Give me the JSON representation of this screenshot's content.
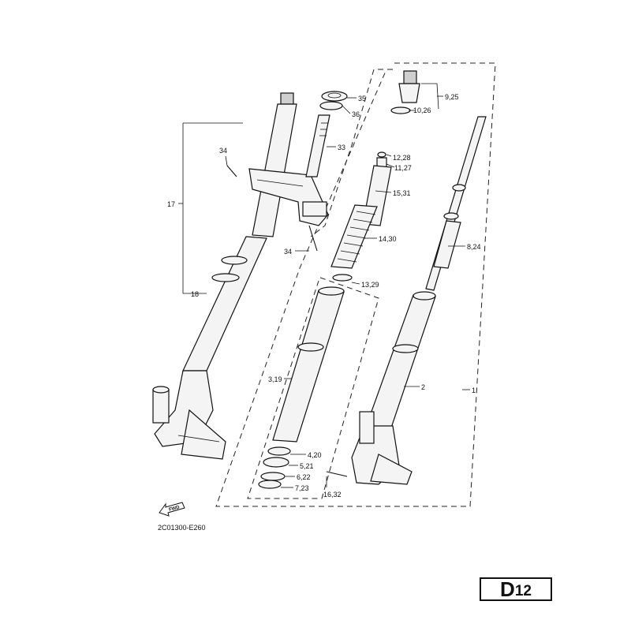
{
  "diagram": {
    "labels": [
      {
        "id": "35",
        "text": "35"
      },
      {
        "id": "36",
        "text": "36"
      },
      {
        "id": "33",
        "text": "33"
      },
      {
        "id": "34a",
        "text": "34"
      },
      {
        "id": "34b",
        "text": "34"
      },
      {
        "id": "17",
        "text": "17"
      },
      {
        "id": "18",
        "text": "18"
      },
      {
        "id": "9_25",
        "text": "9,25"
      },
      {
        "id": "10_26",
        "text": "10,26"
      },
      {
        "id": "12_28",
        "text": "12,28"
      },
      {
        "id": "11_27",
        "text": "11,27"
      },
      {
        "id": "15_31",
        "text": "15,31"
      },
      {
        "id": "14_30",
        "text": "14,30"
      },
      {
        "id": "8_24",
        "text": "8,24"
      },
      {
        "id": "13_29",
        "text": "13,29"
      },
      {
        "id": "3_19",
        "text": "3,19"
      },
      {
        "id": "2",
        "text": "2"
      },
      {
        "id": "1",
        "text": "1"
      },
      {
        "id": "4_20",
        "text": "4,20"
      },
      {
        "id": "5_21",
        "text": "5,21"
      },
      {
        "id": "6_22",
        "text": "6,22"
      },
      {
        "id": "7_23",
        "text": "7,23"
      },
      {
        "id": "16_32",
        "text": "16,32"
      }
    ],
    "fwd_arrow_text": "FWD",
    "diagram_code": "2C01300-E260",
    "page_ref": {
      "letter": "D",
      "number": "12"
    }
  }
}
